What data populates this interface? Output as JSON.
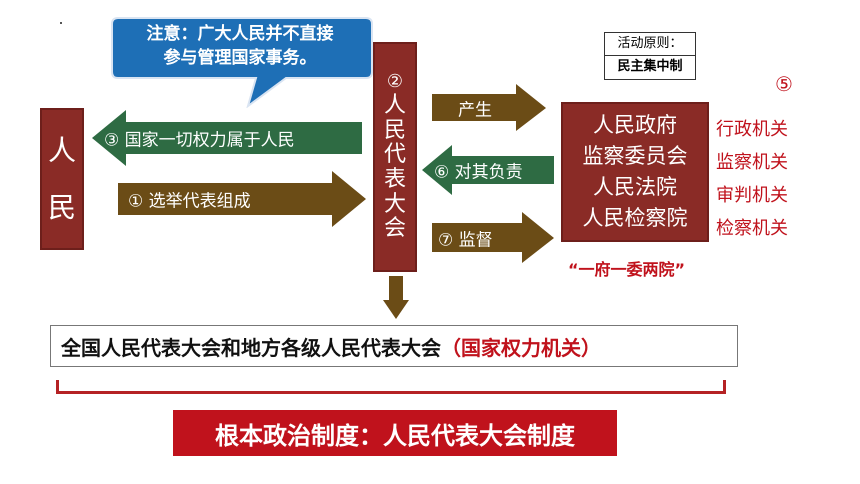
{
  "note_bubble": {
    "line1": "注意：广大人民并不直接",
    "line2": "参与管理国家事务。"
  },
  "people_box": {
    "char1": "人",
    "char2": "民"
  },
  "congress_box": {
    "number": "②",
    "chars": [
      "人",
      "民",
      "代",
      "表",
      "大",
      "会"
    ]
  },
  "arrows": {
    "power_belongs": "③ 国家一切权力属于人民",
    "elected": "① 选举代表组成",
    "produce": "产生",
    "responsible": "⑥ 对其负责",
    "supervise": "⑦ 监督"
  },
  "activity_principle": {
    "title": "活动原则：",
    "value": "民主集中制"
  },
  "circle_five": "⑤",
  "organs_box": {
    "items": [
      "人民政府",
      "监察委员会",
      "人民法院",
      "人民检察院"
    ]
  },
  "organ_types": [
    "行政机关",
    "监察机关",
    "审判机关",
    "检察机关"
  ],
  "yi_fu_yi_wei": "“一府一委两院”",
  "national_congress": {
    "main": "全国人民代表大会和地方各级人民代表大会",
    "paren": "（国家权力机关）"
  },
  "bottom_banner": "根本政治制度：人民代表大会制度",
  "colors": {
    "dark_red": "#8a2b26",
    "green_arrow": "#2e6b43",
    "brown_arrow": "#6b4c16",
    "blue_bubble": "#1e6fb6",
    "accent_red": "#c0121c"
  }
}
